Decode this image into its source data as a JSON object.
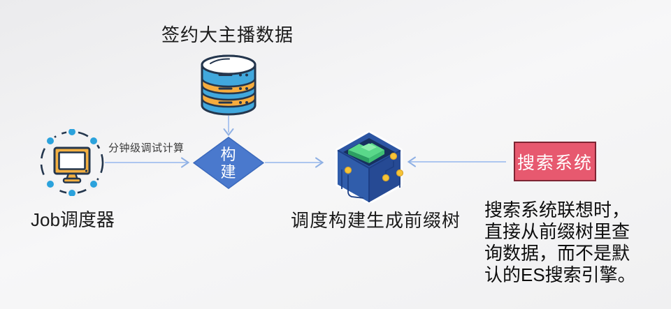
{
  "title": "签约大主播数据",
  "nodes": {
    "scheduler": {
      "label": "Job调度器",
      "icon": "computer-network-icon"
    },
    "database": {
      "icon": "database-icon"
    },
    "build": {
      "line1": "构",
      "line2": "建"
    },
    "prefix_tree": {
      "label": "调度构建生成前缀树",
      "icon": "cube-data-icon"
    },
    "search_system": {
      "label": "搜索系统"
    }
  },
  "edges": {
    "scheduler_to_build": {
      "label": "分钟级调试计算"
    },
    "database_to_build": {},
    "build_to_tree": {},
    "search_to_tree": {}
  },
  "note": {
    "lines": [
      "搜索系统联想时，",
      "直接从前缀树里查",
      "询数据，而不是默",
      "认的ES搜索引擎。"
    ]
  },
  "colors": {
    "bg1": "#f2f2f3",
    "connector": "#adc6ef",
    "connector-head": "#8fb0e4",
    "dark-outline": "#24364d",
    "dot-blue": "#2ba2dc",
    "monitor-orange": "#f3b042",
    "db-blue": "#41a8dd",
    "db-orange": "#f6ac3e",
    "diamond-fill": "#4a79cd",
    "diamond-border": "#3a68bb",
    "cube-mid": "#2c55a3",
    "cube-left": "#305dab",
    "cube-right": "#264a94",
    "cube-inner": "#16305e",
    "cube-edge": "#1d3f85",
    "green-light": "#5ad88a",
    "green-mid": "#3fbf74",
    "green-dark": "#2c9f62",
    "green-pale": "#8ceead",
    "dot-yellow": "#f7c437",
    "pink": "#e7596f",
    "pink-border": "#7e2533"
  }
}
